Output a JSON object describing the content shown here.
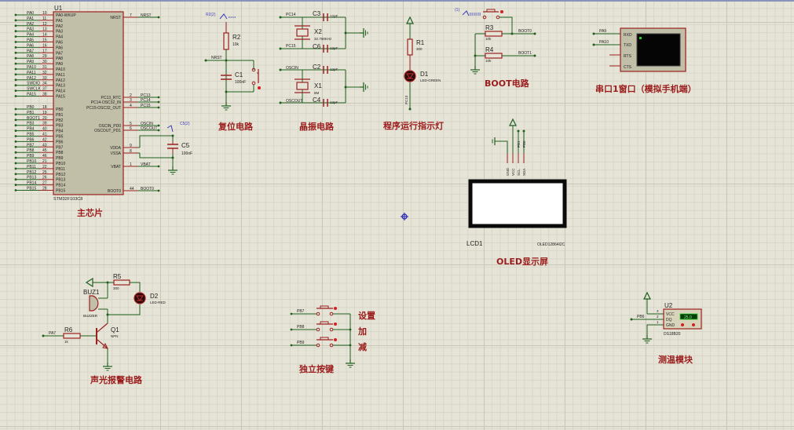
{
  "app": "Proteus ISIS schematic",
  "sections": {
    "main_chip": "主芯片",
    "reset": "复位电路",
    "crystal": "晶振电路",
    "indicator": "程序运行指示灯",
    "boot": "BOOT电路",
    "serial": "串口1窗口（模拟手机端）",
    "oled": "OLED显示屏",
    "alarm": "声光报警电路",
    "keys": "独立按键",
    "temp": "测温模块"
  },
  "u1": {
    "ref": "U1",
    "part": "STM32F103C8",
    "left_pins": [
      {
        "net": "PA0",
        "num": "10",
        "name": "PA0-WKUP"
      },
      {
        "net": "PA1",
        "num": "11",
        "name": "PA1"
      },
      {
        "net": "PA2",
        "num": "12",
        "name": "PA2"
      },
      {
        "net": "PA3",
        "num": "13",
        "name": "PA3"
      },
      {
        "net": "PA4",
        "num": "14",
        "name": "PA4"
      },
      {
        "net": "PA5",
        "num": "15",
        "name": "PA5"
      },
      {
        "net": "PA6",
        "num": "16",
        "name": "PA6"
      },
      {
        "net": "PA7",
        "num": "17",
        "name": "PA7"
      },
      {
        "net": "PA8",
        "num": "29",
        "name": "PA8"
      },
      {
        "net": "PA9",
        "num": "30",
        "name": "PA9"
      },
      {
        "net": "PA10",
        "num": "31",
        "name": "PA10"
      },
      {
        "net": "PA11",
        "num": "32",
        "name": "PA11"
      },
      {
        "net": "PA12",
        "num": "33",
        "name": "PA12"
      },
      {
        "net": "SWDIO",
        "num": "34",
        "name": "PA13"
      },
      {
        "net": "SWCLK",
        "num": "37",
        "name": "PA14"
      },
      {
        "net": "PA15",
        "num": "38",
        "name": "PA15"
      },
      {
        "net": "PB0",
        "num": "18",
        "name": "PB0"
      },
      {
        "net": "PB1",
        "num": "19",
        "name": "PB1"
      },
      {
        "net": "BOOT1",
        "num": "20",
        "name": "PB2"
      },
      {
        "net": "PB3",
        "num": "39",
        "name": "PB3"
      },
      {
        "net": "PB4",
        "num": "40",
        "name": "PB4"
      },
      {
        "net": "PB5",
        "num": "41",
        "name": "PB5"
      },
      {
        "net": "PB6",
        "num": "42",
        "name": "PB6"
      },
      {
        "net": "PB7",
        "num": "43",
        "name": "PB7"
      },
      {
        "net": "PB8",
        "num": "45",
        "name": "PB8"
      },
      {
        "net": "PB9",
        "num": "46",
        "name": "PB9"
      },
      {
        "net": "PB10",
        "num": "21",
        "name": "PB10"
      },
      {
        "net": "PB11",
        "num": "22",
        "name": "PB11"
      },
      {
        "net": "PB12",
        "num": "25",
        "name": "PB12"
      },
      {
        "net": "PB13",
        "num": "26",
        "name": "PB13"
      },
      {
        "net": "PB14",
        "num": "27",
        "name": "PB14"
      },
      {
        "net": "PB15",
        "num": "28",
        "name": "PB15"
      }
    ],
    "right_pins": [
      {
        "net": "NRST",
        "num": "7",
        "name": "NRST"
      },
      {
        "net": "PC13",
        "num": "2",
        "name": "PC13_RTC"
      },
      {
        "net": "PC14",
        "num": "3",
        "name": "PC14-OSC32_IN"
      },
      {
        "net": "PC15",
        "num": "4",
        "name": "PC15-OSC32_OUT"
      },
      {
        "net": "OSCIN",
        "num": "5",
        "name": "OSCIN_PD0"
      },
      {
        "net": "OSCOUT",
        "num": "6",
        "name": "OSCOUT_PD1"
      },
      {
        "net": "",
        "num": "9",
        "name": "VDDA"
      },
      {
        "net": "",
        "num": "8",
        "name": "VSSA"
      },
      {
        "net": "VBAT",
        "num": "1",
        "name": "VBAT"
      },
      {
        "net": "BOOT0",
        "num": "44",
        "name": "BOOT0"
      }
    ]
  },
  "c5": {
    "ref": "C5",
    "value": "100nF",
    "probe": "C5(2)"
  },
  "reset": {
    "r2_ref": "R2",
    "r2_val": "10k",
    "c1_ref": "C1",
    "c1_val": "100nF",
    "net": "NRST",
    "probe": "R2(2)"
  },
  "crystal": {
    "pc14": "PC14",
    "pc15": "PC15",
    "oscin": "OSCIN",
    "oscout": "OSCOUT",
    "c3": "C3",
    "c6": "C6",
    "c2": "C2",
    "c4": "C4",
    "cap_val": "12pF",
    "x2": "X2",
    "x2_val": "32.768KHz",
    "x1": "X1",
    "x1_val": "8M"
  },
  "indicator": {
    "r1": "R1",
    "r1_val": "300",
    "d1": "D1",
    "d1_val": "LED-GREEN",
    "net": "PC13"
  },
  "boot": {
    "probe": "(1)",
    "r3": "R3",
    "r3_val": "10k",
    "r4": "R4",
    "r4_val": "10k",
    "net0": "BOOT0",
    "net1": "BOOT1"
  },
  "serial": {
    "pins": [
      "RXD",
      "TXD",
      "RTS",
      "CTS"
    ],
    "nets": [
      "PA9",
      "PA10"
    ]
  },
  "oled": {
    "ref": "LCD1",
    "part": "OLED12864I2C",
    "pins": [
      "GND",
      "VCC",
      "SCL",
      "SDA"
    ],
    "nets": [
      "PB1",
      "PB0"
    ]
  },
  "alarm": {
    "r5": "R5",
    "r5_val": "300",
    "d2": "D2",
    "d2_val": "LED-RED",
    "buz": "BUZ1",
    "buz_val": "BUZZER",
    "r6": "R6",
    "r6_val": "1k",
    "q1": "Q1",
    "q1_val": "NPN",
    "net": "PA7"
  },
  "keys": {
    "nets": [
      "PB7",
      "PB8",
      "PB9"
    ],
    "labels": [
      "设置",
      "加",
      "减"
    ]
  },
  "temp": {
    "ref": "U2",
    "part": "DS18B20",
    "pins": [
      "VCC",
      "DQ",
      "GND"
    ],
    "pin_nums": [
      "3",
      "2",
      "1"
    ],
    "net": "PB6",
    "reading": "25.0"
  }
}
